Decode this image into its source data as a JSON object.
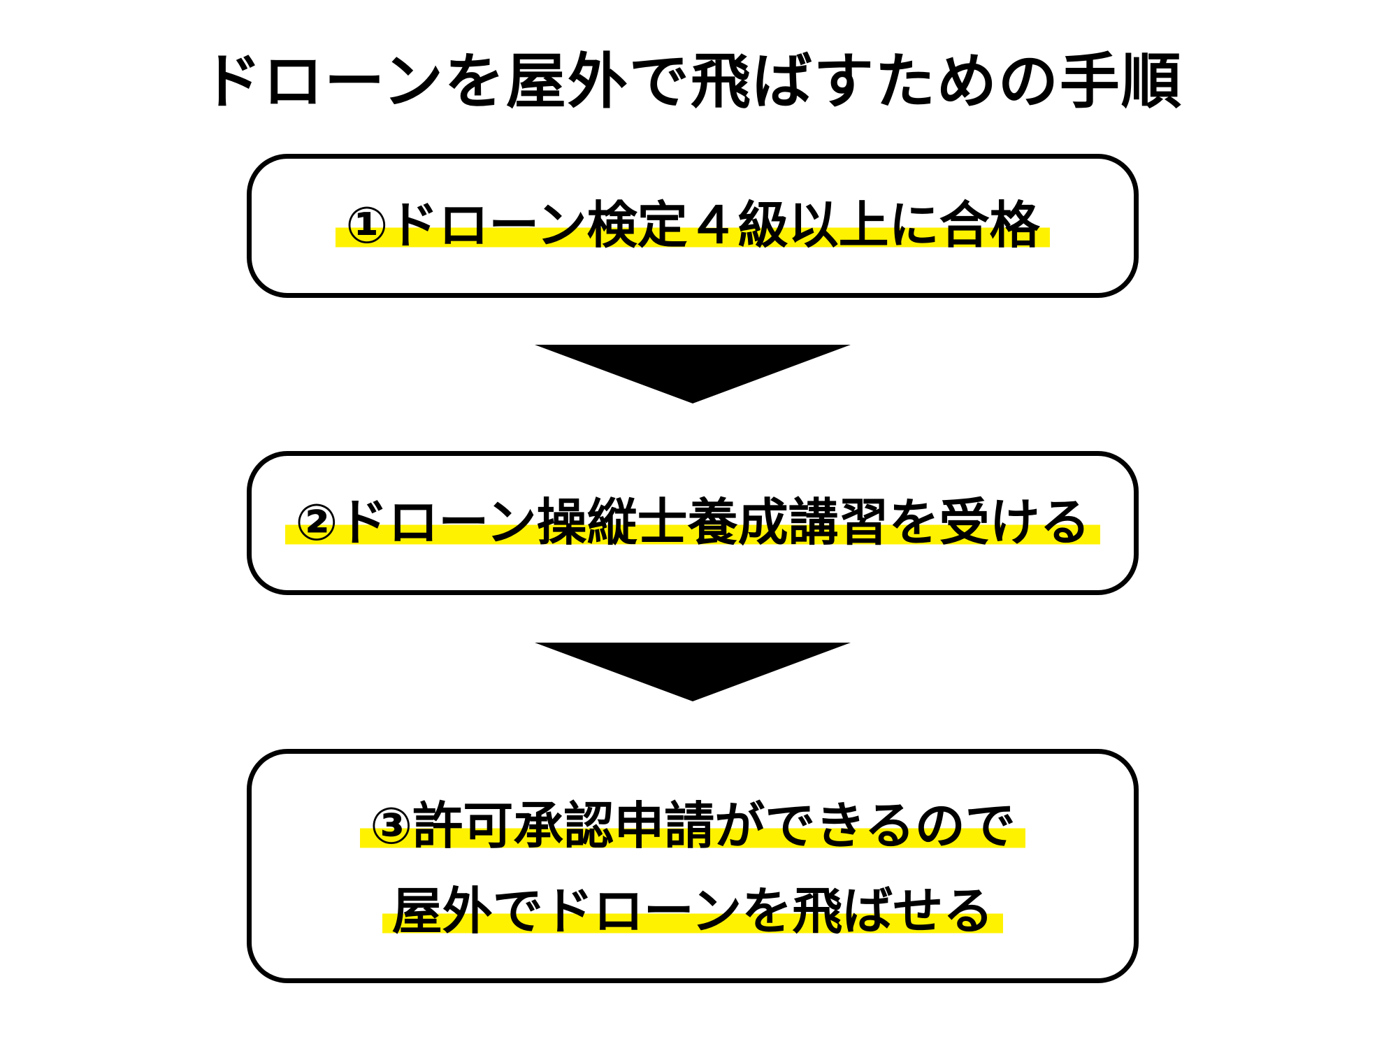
{
  "title": "ドローンを屋外で飛ばすための手順",
  "steps": [
    {
      "lines": [
        "①ドローン検定４級以上に合格"
      ]
    },
    {
      "lines": [
        "②ドローン操縦士養成講習を受ける"
      ]
    },
    {
      "lines": [
        "③許可承認申請ができるので",
        "屋外でドローンを飛ばせる"
      ]
    }
  ],
  "colors": {
    "highlight": "#fff200",
    "stroke": "#000000",
    "background": "#ffffff"
  }
}
